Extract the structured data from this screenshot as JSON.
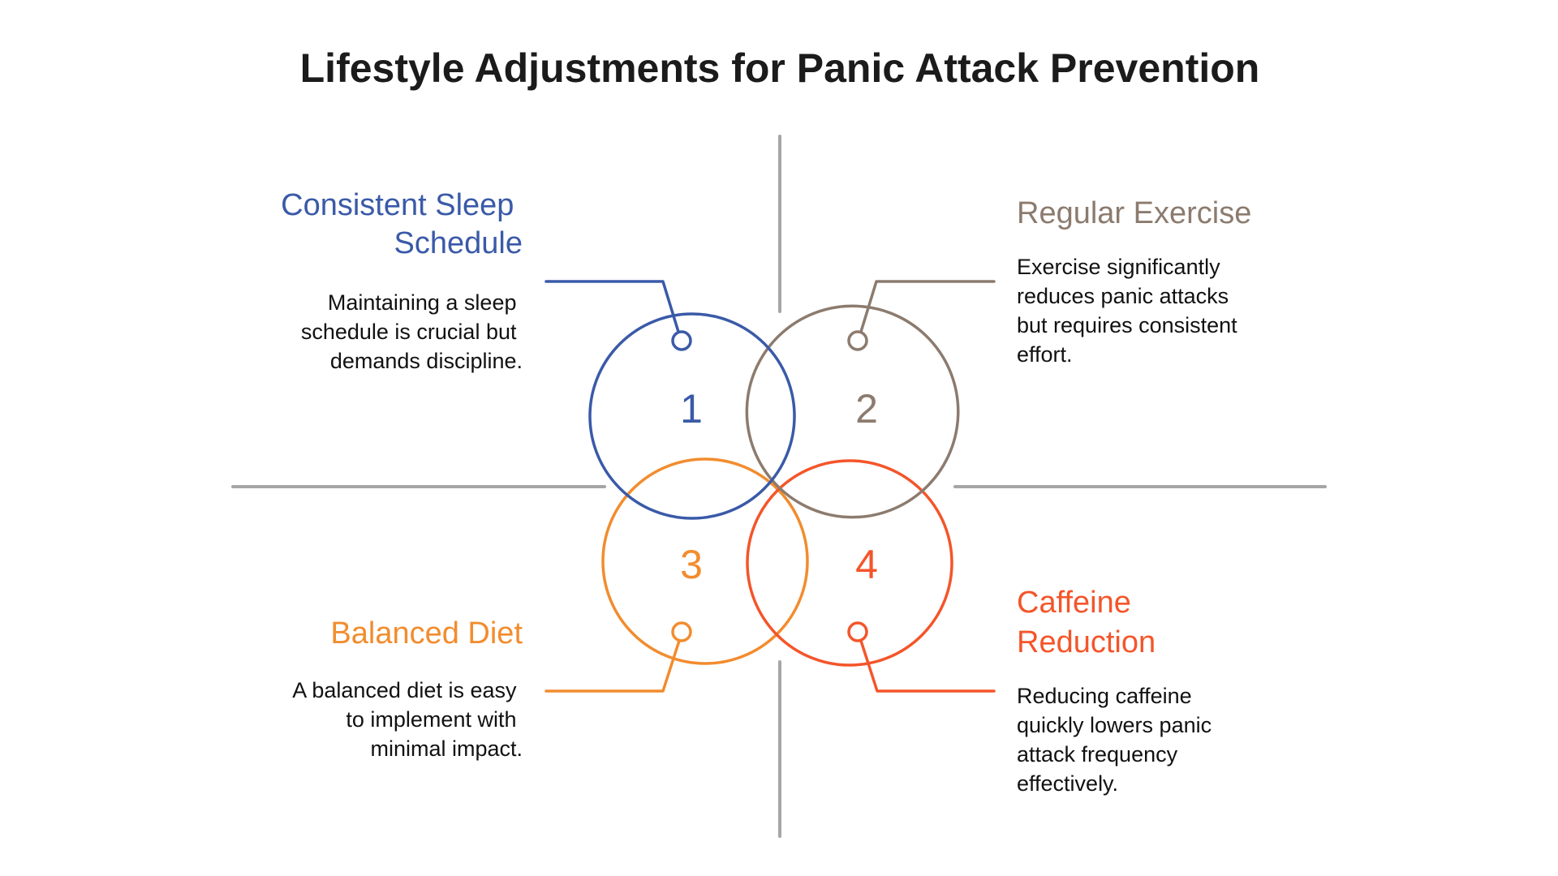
{
  "title": "Lifestyle Adjustments for Panic Attack Prevention",
  "colors": {
    "divider": "#a6a6a6",
    "text": "#111111"
  },
  "items": [
    {
      "number": "1",
      "heading_lines": [
        "Consistent Sleep",
        "Schedule"
      ],
      "description_lines": [
        "Maintaining a sleep",
        "schedule is crucial but",
        "demands discipline."
      ],
      "color": "#3a5aa8"
    },
    {
      "number": "2",
      "heading_lines": [
        "Regular Exercise"
      ],
      "description_lines": [
        "Exercise significantly",
        "reduces panic attacks",
        "but requires consistent",
        "effort."
      ],
      "color": "#8c7b6e"
    },
    {
      "number": "3",
      "heading_lines": [
        "Balanced Diet"
      ],
      "description_lines": [
        "A balanced diet is easy",
        "to implement with",
        "minimal impact."
      ],
      "color": "#f28c2e"
    },
    {
      "number": "4",
      "heading_lines": [
        "Caffeine",
        "Reduction"
      ],
      "description_lines": [
        "Reducing caffeine",
        "quickly lowers panic",
        "attack frequency",
        "effectively."
      ],
      "color": "#f4552a"
    }
  ]
}
